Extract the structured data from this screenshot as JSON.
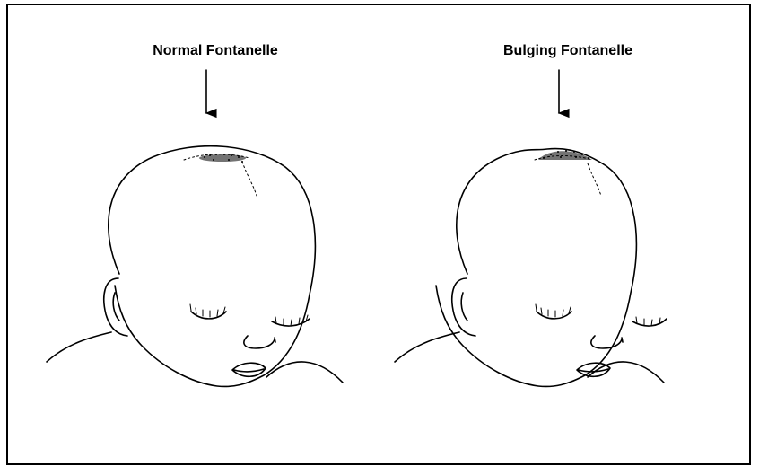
{
  "panels": [
    {
      "label": "Normal Fontanelle",
      "variant": "normal"
    },
    {
      "label": "Bulging Fontanelle",
      "variant": "bulging"
    }
  ],
  "colors": {
    "line": "#000000",
    "background": "#ffffff"
  }
}
